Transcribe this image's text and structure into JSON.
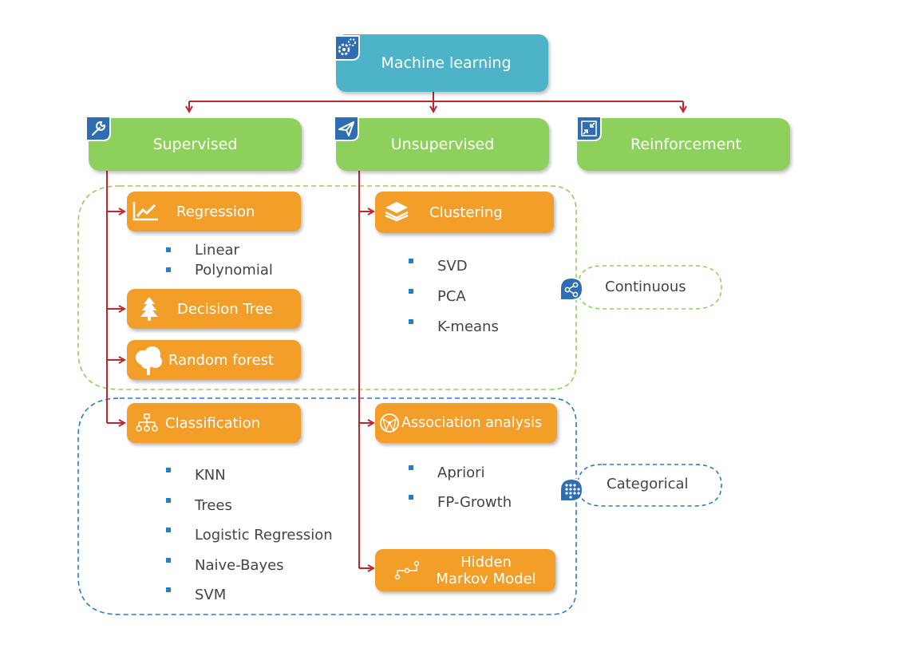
{
  "root": {
    "label": "Machine learning",
    "icon": "gears-icon"
  },
  "categories": {
    "supervised": {
      "label": "Supervised",
      "icon": "wrench-icon"
    },
    "unsupervised": {
      "label": "Unsupervised",
      "icon": "paper-plane-icon"
    },
    "reinforcement": {
      "label": "Reinforcement",
      "icon": "compress-icon"
    }
  },
  "methods": {
    "regression": {
      "label": "Regression",
      "items": [
        "Linear",
        "Polynomial"
      ]
    },
    "decision_tree": {
      "label": "Decision Tree"
    },
    "random_forest": {
      "label": "Random forest"
    },
    "classification": {
      "label": "Classification",
      "items": [
        "KNN",
        "Trees",
        "Logistic Regression",
        "Naive-Bayes",
        "SVM"
      ]
    },
    "clustering": {
      "label": "Clustering",
      "items": [
        "SVD",
        "PCA",
        "K-means"
      ]
    },
    "association": {
      "label": "Association analysis",
      "items": [
        "Apriori",
        "FP-Growth"
      ]
    },
    "hmm": {
      "label_line1": "Hidden",
      "label_line2": "Markov Model"
    }
  },
  "groups": {
    "continuous": {
      "label": "Continuous",
      "color": "#8dd15c",
      "icon": "share-icon"
    },
    "categorical": {
      "label": "Categorical",
      "color": "#2a7cc7",
      "icon": "grid-dots-icon"
    }
  },
  "colors": {
    "connector": "#c0272d",
    "root": "#4db3c9",
    "category": "#8dd15c",
    "method": "#f29e28",
    "badge": "#2f6db3",
    "bullet": "#2a7cc7"
  }
}
